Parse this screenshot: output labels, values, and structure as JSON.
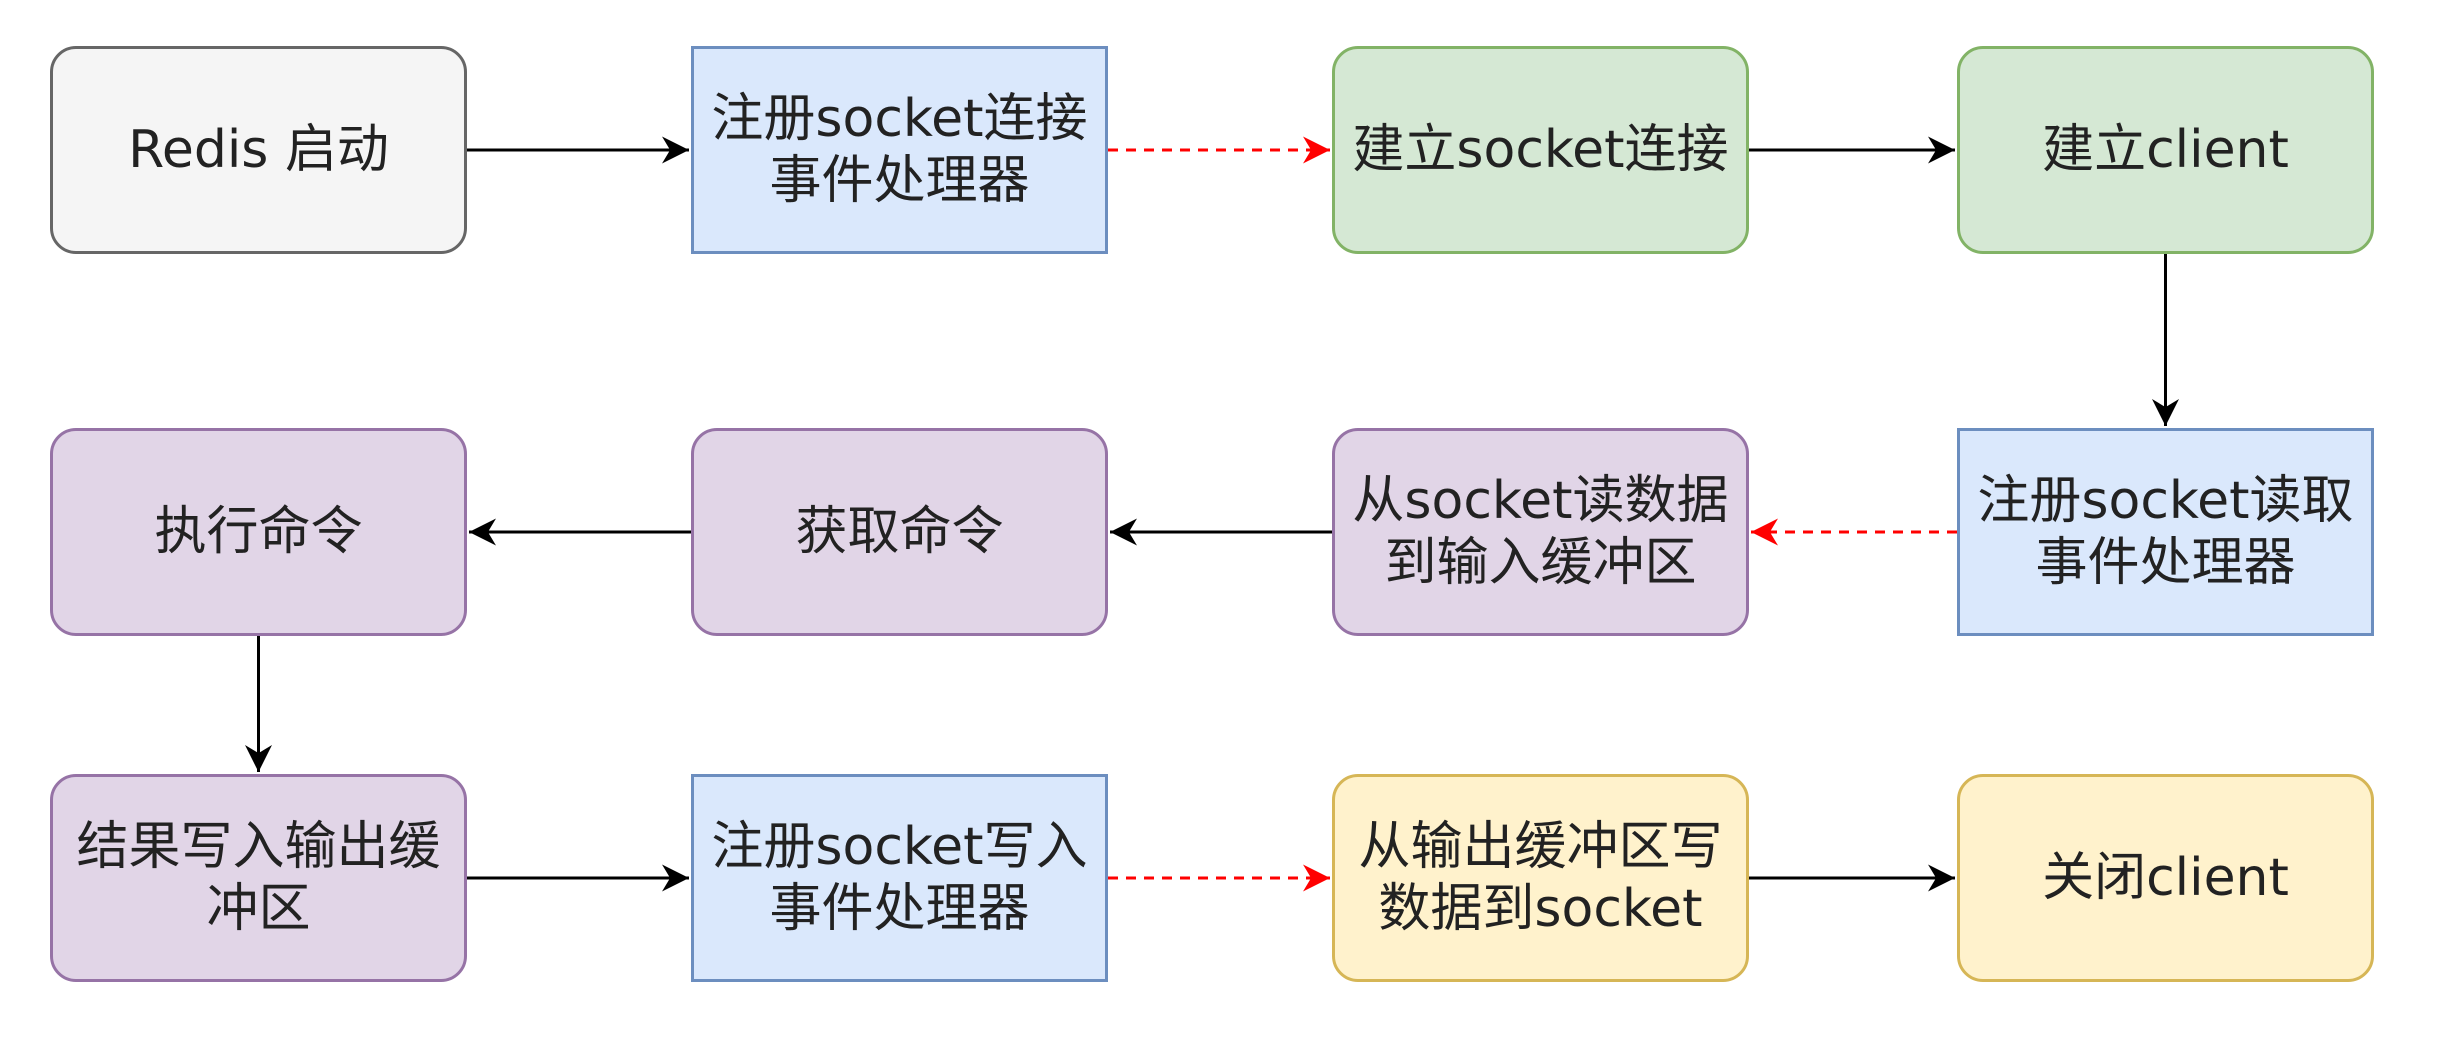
{
  "colors": {
    "gray": {
      "fill": "#f5f5f5",
      "stroke": "#666666"
    },
    "blue": {
      "fill": "#dae8fc",
      "stroke": "#6c8ebf"
    },
    "green": {
      "fill": "#d5e8d4",
      "stroke": "#82b366"
    },
    "purple": {
      "fill": "#e1d5e7",
      "stroke": "#9673a6"
    },
    "yellow": {
      "fill": "#fff2cc",
      "stroke": "#d6b656"
    },
    "edge_solid": "#000000",
    "edge_dashed": "#ff0000"
  },
  "nodes": [
    {
      "id": "redis-start",
      "label": "Redis 启动",
      "color": "gray",
      "shape": "rounded"
    },
    {
      "id": "register-accept-handler",
      "label": "注册socket连接\n事件处理器",
      "color": "blue",
      "shape": "rect"
    },
    {
      "id": "establish-connection",
      "label": "建立socket连接",
      "color": "green",
      "shape": "rounded"
    },
    {
      "id": "create-client",
      "label": "建立client",
      "color": "green",
      "shape": "rounded"
    },
    {
      "id": "register-read-handler",
      "label": "注册socket读取\n事件处理器",
      "color": "blue",
      "shape": "rect"
    },
    {
      "id": "read-to-input-buffer",
      "label": "从socket读数据\n到输入缓冲区",
      "color": "purple",
      "shape": "rounded"
    },
    {
      "id": "get-command",
      "label": "获取命令",
      "color": "purple",
      "shape": "rounded"
    },
    {
      "id": "execute-command",
      "label": "执行命令",
      "color": "purple",
      "shape": "rounded"
    },
    {
      "id": "write-output-buffer",
      "label": "结果写入输出缓\n冲区",
      "color": "purple",
      "shape": "rounded"
    },
    {
      "id": "register-write-handler",
      "label": "注册socket写入\n事件处理器",
      "color": "blue",
      "shape": "rect"
    },
    {
      "id": "write-to-socket",
      "label": "从输出缓冲区写\n数据到socket",
      "color": "yellow",
      "shape": "rounded"
    },
    {
      "id": "close-client",
      "label": "关闭client",
      "color": "yellow",
      "shape": "rounded"
    }
  ],
  "edges": [
    {
      "from": "redis-start",
      "to": "register-accept-handler",
      "style": "solid"
    },
    {
      "from": "register-accept-handler",
      "to": "establish-connection",
      "style": "dashed"
    },
    {
      "from": "establish-connection",
      "to": "create-client",
      "style": "solid"
    },
    {
      "from": "create-client",
      "to": "register-read-handler",
      "style": "solid"
    },
    {
      "from": "register-read-handler",
      "to": "read-to-input-buffer",
      "style": "dashed"
    },
    {
      "from": "read-to-input-buffer",
      "to": "get-command",
      "style": "solid"
    },
    {
      "from": "get-command",
      "to": "execute-command",
      "style": "solid"
    },
    {
      "from": "execute-command",
      "to": "write-output-buffer",
      "style": "solid"
    },
    {
      "from": "write-output-buffer",
      "to": "register-write-handler",
      "style": "solid"
    },
    {
      "from": "register-write-handler",
      "to": "write-to-socket",
      "style": "dashed"
    },
    {
      "from": "write-to-socket",
      "to": "close-client",
      "style": "solid"
    }
  ]
}
